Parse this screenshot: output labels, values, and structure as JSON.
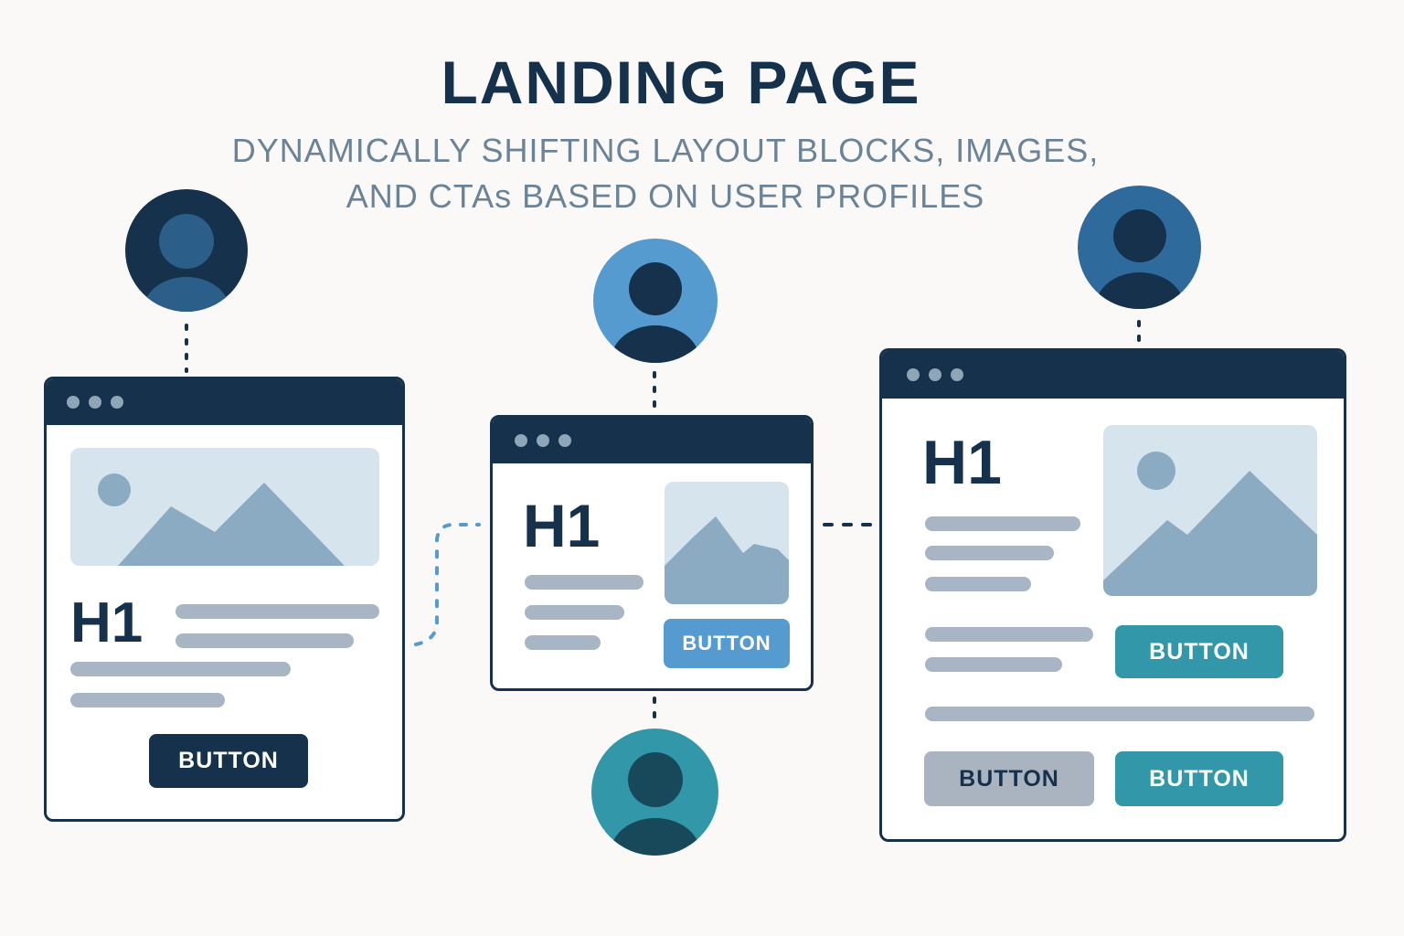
{
  "title": "LANDING PAGE",
  "subtitle_lines": [
    "DYNAMICALLY SHIFTING LAYOUT BLOCKS, IMAGES,",
    "AND CTAs BASED ON USER PROFILES"
  ],
  "colors": {
    "navy": "#15314c",
    "slate_text": "#6a8397",
    "placeholder_line": "#a8b5c4",
    "image_bg": "#d6e5ed",
    "image_shape": "#8aabc2",
    "button_blue": "#559bcf",
    "button_teal": "#3297a8",
    "button_gray": "#aab4c0"
  },
  "avatars": [
    {
      "icon": "user-icon",
      "bg": "#15314c",
      "figure": "#2b5f8a"
    },
    {
      "icon": "user-icon",
      "bg": "#559bcf",
      "figure": "#15314c"
    },
    {
      "icon": "user-icon",
      "bg": "#2e6a9c",
      "figure": "#15314c"
    },
    {
      "icon": "user-icon",
      "bg": "#3297a8",
      "figure": "#17495a"
    }
  ],
  "windows": {
    "left": {
      "heading": "H1",
      "buttons": [
        "BUTTON"
      ]
    },
    "center": {
      "heading": "H1",
      "buttons": [
        "BUTTON"
      ]
    },
    "right": {
      "heading": "H1",
      "buttons": [
        "BUTTON",
        "BUTTON",
        "BUTTON"
      ]
    }
  }
}
